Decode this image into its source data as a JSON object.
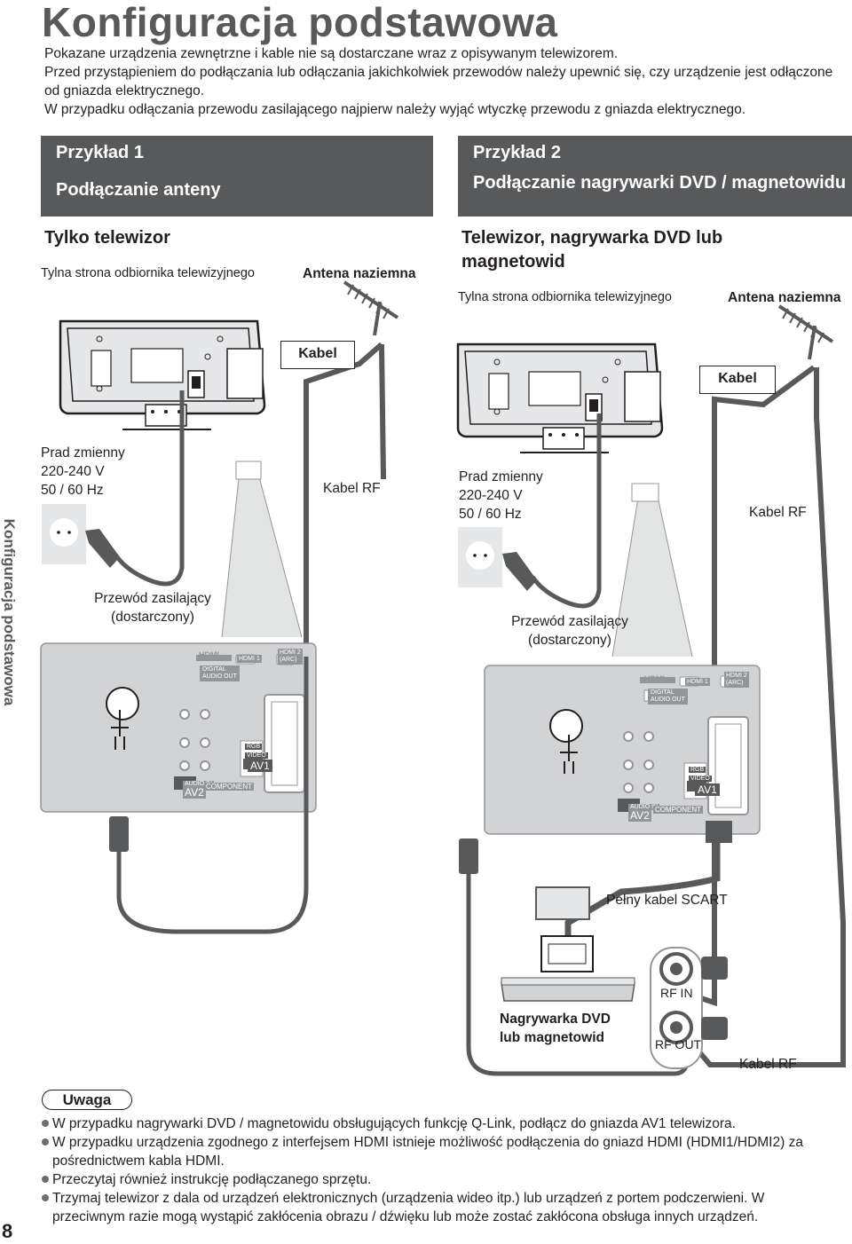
{
  "title": "Konfiguracja podstawowa",
  "intro": [
    "Pokazane urządzenia zewnętrzne i kable nie są dostarczane wraz z opisywanym telewizorem.",
    "Przed przystąpieniem do podłączania lub odłączania jakichkolwiek przewodów należy upewnić się, czy urządzenie jest odłączone od gniazda elektrycznego.",
    "W przypadku odłączania przewodu zasilającego najpierw należy wyjąć wtyczkę przewodu z gniazda elektrycznego."
  ],
  "example1": {
    "number": "Przykład 1",
    "title": "Podłączanie anteny",
    "subtitle": "Tylko telewizor",
    "tv_back": "Tylna strona odbiornika telewizyjnego",
    "antenna": "Antena naziemna",
    "cable": "Kabel",
    "power": "Prad zmienny\n220-240 V\n50 / 60 Hz",
    "rf_cable": "Kabel RF",
    "power_cord": "Przewód zasilający\n(dostarczony)"
  },
  "example2": {
    "number": "Przykład 2",
    "title": "Podłączanie nagrywarki DVD / magnetowidu",
    "subtitle": "Telewizor, nagrywarka DVD lub magnetowid",
    "tv_back": "Tylna strona odbiornika telewizyjnego",
    "antenna": "Antena naziemna",
    "cable": "Kabel",
    "power": "Prad zmienny\n220-240 V\n50 / 60 Hz",
    "rf_cable": "Kabel RF",
    "power_cord": "Przewód zasilający\n(dostarczony)",
    "scart": "Pełny kabel SCART",
    "recorder": "Nagrywarka DVD\nlub magnetowid",
    "rf_in": "RF IN",
    "rf_out": "RF OUT",
    "rf_cable2": "Kabel RF"
  },
  "panel": {
    "hdmi_logo": "HDMI",
    "hdmi1": "HDMI 1",
    "hdmi2": "HDMI 2\n(ARC)",
    "digital_audio": "DIGITAL\nAUDIO OUT",
    "av1": "AV1",
    "av2": "AV2",
    "audio_in": "AUDIO IN",
    "component": "COMPONENT",
    "rgb": "RGB",
    "video": "VIDEO"
  },
  "side_tab": "Konfiguracja podstawowa",
  "note_title": "Uwaga",
  "notes": [
    "W przypadku nagrywarki DVD / magnetowidu obsługujących funkcję Q-Link, podłącz do gniazda AV1 telewizora.",
    "W przypadku urządzenia zgodnego z interfejsem HDMI istnieje możliwość podłączenia do gniazd HDMI (HDMI1/HDMI2) za pośrednictwem kabla HDMI.",
    "Przeczytaj również instrukcję podłączanego sprzętu.",
    "Trzymaj telewizor z dala od urządzeń elektronicznych (urządzenia wideo itp.) lub urządzeń z portem podczerwieni. W przeciwnym razie mogą wystąpić zakłócenia obrazu / dźwięku lub może zostać zakłócona obsługa innych urządzeń."
  ],
  "page_number": "8"
}
